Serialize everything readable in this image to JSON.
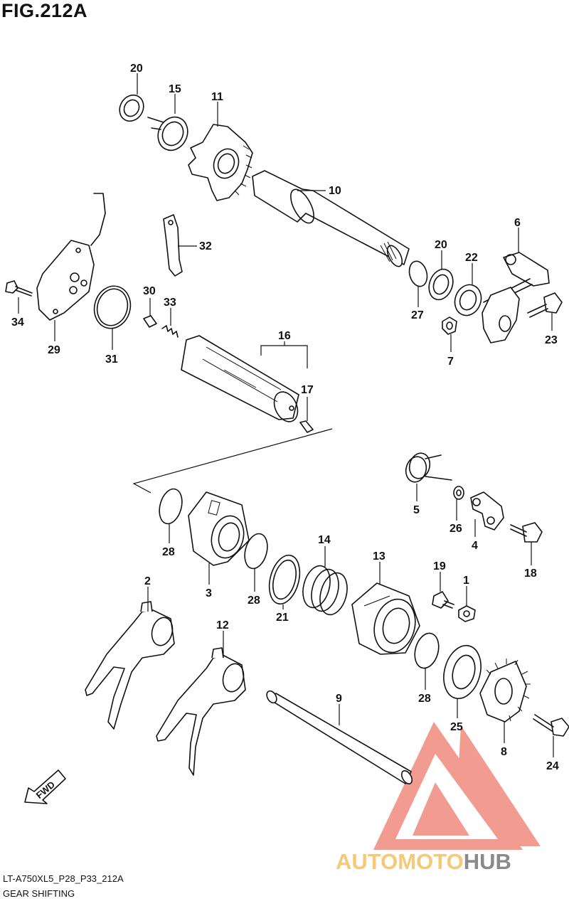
{
  "figure_title": "FIG.212A",
  "model_code": "LT-A750XL5_P28_P33_212A",
  "caption": "GEAR SHIFTING",
  "fwd_label": "FWD",
  "watermark": {
    "brand_part1": "AUTOMOTO",
    "brand_part2": "HUB",
    "color_primary": "#f08a7e",
    "color_accent": "#f6c978",
    "color_hub": "#8a8a8a"
  },
  "callouts": {
    "c1": "1",
    "c2": "2",
    "c3": "3",
    "c4": "4",
    "c5": "5",
    "c6": "6",
    "c7": "7",
    "c8": "8",
    "c9": "9",
    "c10": "10",
    "c11": "11",
    "c12": "12",
    "c13": "13",
    "c14": "14",
    "c15": "15",
    "c16": "16",
    "c17": "17",
    "c18": "18",
    "c19": "19",
    "c20a": "20",
    "c20b": "20",
    "c21": "21",
    "c22": "22",
    "c23": "23",
    "c24": "24",
    "c25": "25",
    "c26": "26",
    "c27": "27",
    "c28a": "28",
    "c28b": "28",
    "c28c": "28",
    "c29": "29",
    "c30": "30",
    "c31": "31",
    "c32": "32",
    "c33": "33",
    "c34": "34"
  }
}
